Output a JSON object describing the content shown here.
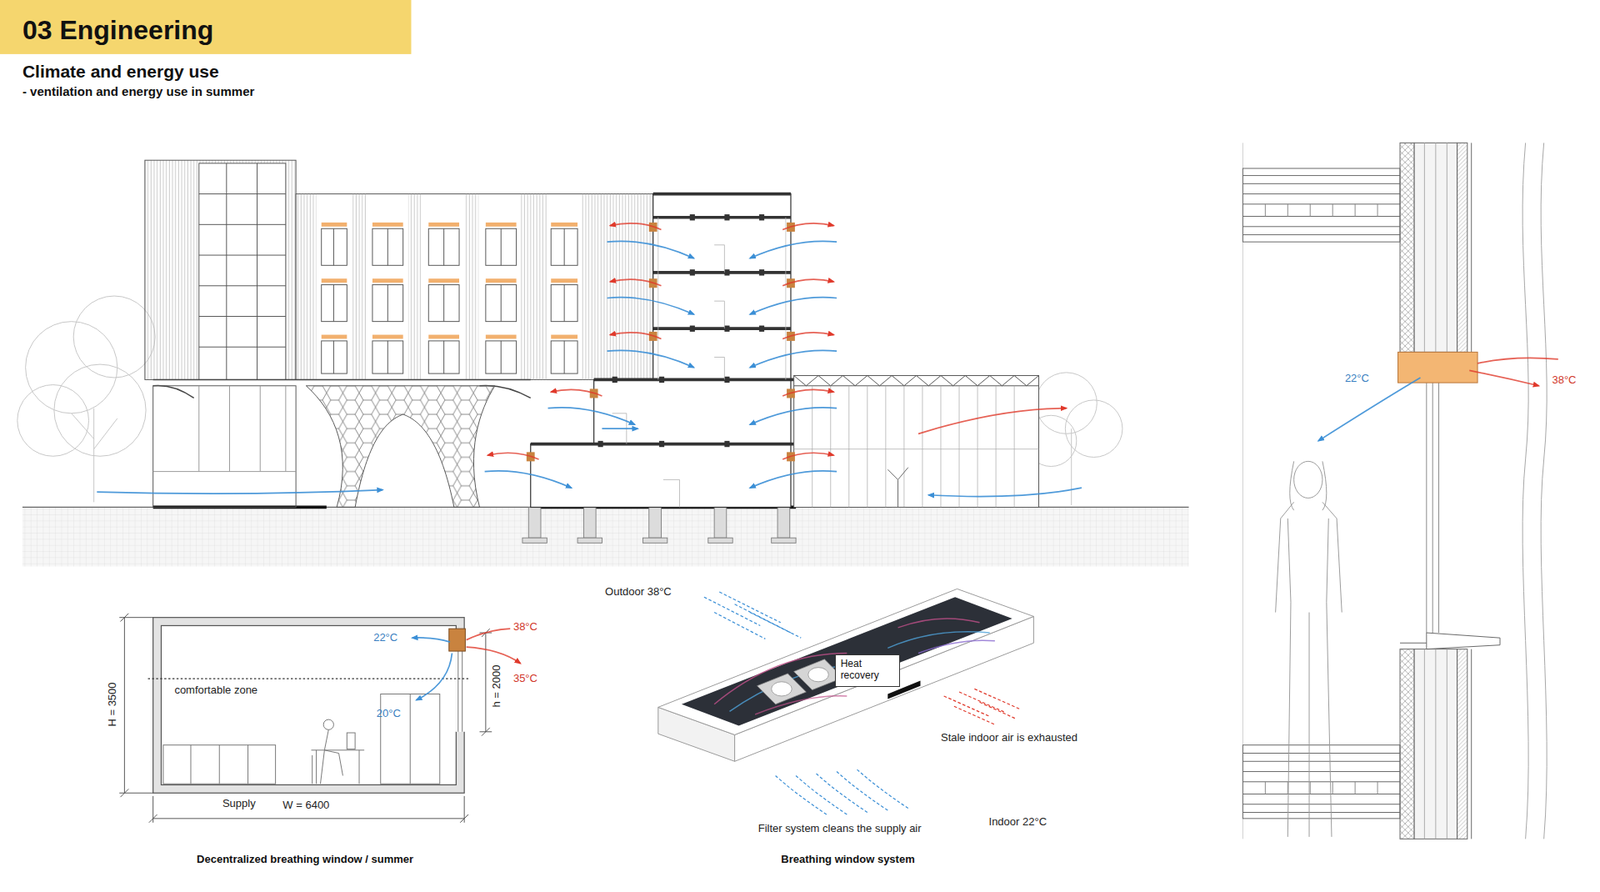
{
  "diagram": {
    "title": "03 Engineering",
    "nodes": [
      {
        "text": [
          "Heat recovery"
        ]
      }
    ],
    "labels": [
      "Climate and energy use",
      "- ventilation and energy use in summer",
      "Outdoor 38°C",
      "22°C",
      "38°C",
      "20°C",
      "35°C",
      "comfortable zone",
      "H = 3500",
      "h = 2000",
      "Supply",
      "W = 6400",
      "Decentralized breathing window / summer",
      "Stale indoor air is exhausted",
      "Filter system cleans the supply air",
      "Indoor 22°C",
      "Breathing window system",
      "22°C",
      "38°C"
    ]
  }
}
